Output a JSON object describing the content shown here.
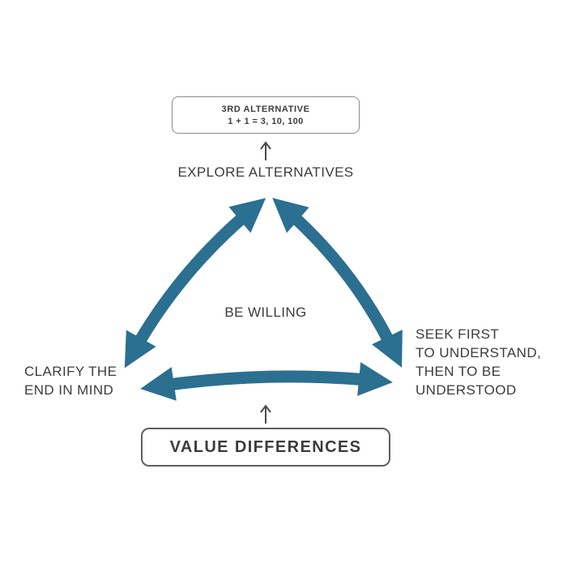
{
  "colors": {
    "arrow": "#2B6F91",
    "text": "#3C3C3C",
    "border-light": "#8A8A8A",
    "border-dark": "#5F5F5F",
    "muted-arrow": "#4A4A4A"
  },
  "top_box": {
    "title": "3RD ALTERNATIVE",
    "formula": "1 + 1 = 3, 10, 100"
  },
  "labels": {
    "explore": "EXPLORE ALTERNATIVES",
    "center": "BE WILLING",
    "clarify_line1": "CLARIFY THE",
    "clarify_line2": "END IN MIND",
    "seek_line1": "SEEK FIRST",
    "seek_line2": "TO UNDERSTAND,",
    "seek_line3": "THEN TO BE",
    "seek_line4": "UNDERSTOOD",
    "value_box": "VALUE DIFFERENCES"
  },
  "icons": {
    "up_arrow": "up-arrow"
  }
}
